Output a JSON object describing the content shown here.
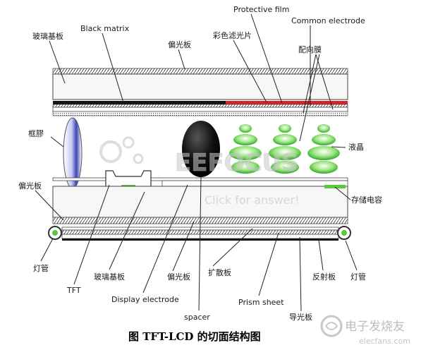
{
  "labels": {
    "glass_substrate_top": "玻璃基板",
    "black_matrix": "Black matrix",
    "polarizer_top": "偏光板",
    "protective_film": "Protective film",
    "color_filter": "彩色滤光片",
    "common_electrode": "Common electrode",
    "alignment_film": "配向膜",
    "sealant": "框膠",
    "liquid_crystal": "液晶",
    "polarizer_left": "偏光板",
    "storage_capacitor": "存储电容",
    "lamp_left": "灯管",
    "tft": "TFT",
    "glass_substrate_bottom": "玻璃基板",
    "polarizer_bottom": "偏光板",
    "display_electrode": "Display electrode",
    "spacer": "spacer",
    "diffuser": "扩散板",
    "prism_sheet": "Prism sheet",
    "light_guide": "导光板",
    "reflector": "反射板",
    "lamp_right": "灯管"
  },
  "caption": "图 TFT-LCD 的切面结构图",
  "watermarks": {
    "brand": "EEFOCUS",
    "hint": "Click for answer!",
    "site": "电子发烧友",
    "site_url": "elecfans.com"
  },
  "colors": {
    "color_filter_red": "#d8202a",
    "black_matrix": "#111111",
    "liquid_crystal_green": "#6cd24a",
    "spacer_black": "#111111",
    "sealant_blue": "#3a47b5",
    "storage_cap_green": "#58c83e"
  }
}
